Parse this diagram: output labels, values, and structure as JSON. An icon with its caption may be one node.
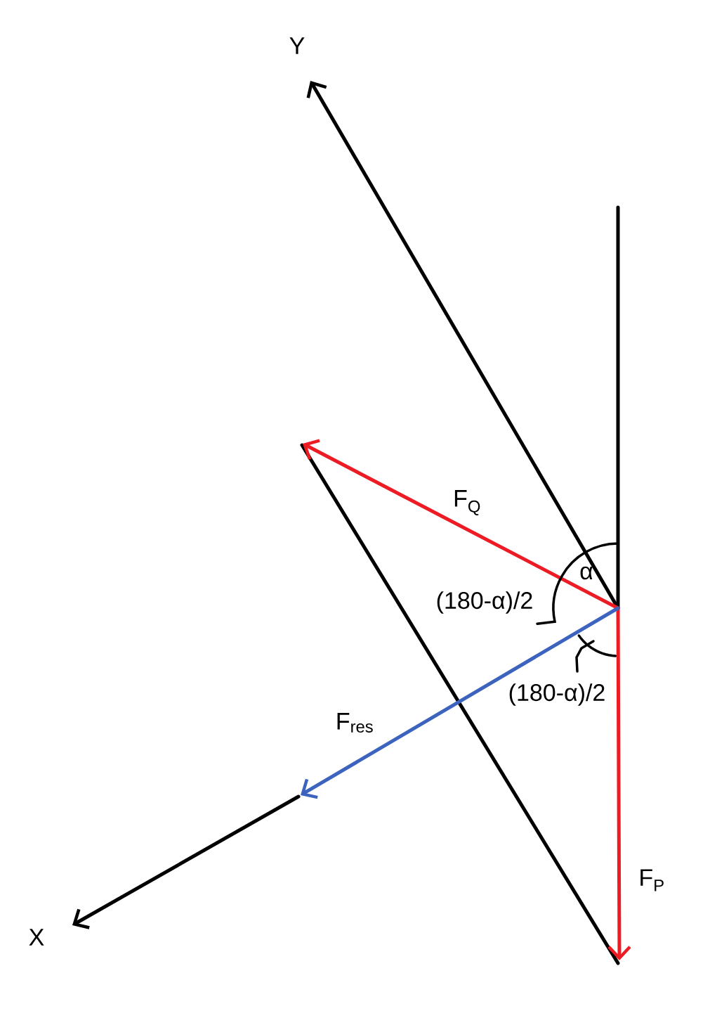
{
  "diagram": {
    "labels": [
      "Y",
      "F$_{Q}$",
      "α",
      "(180-α)/2",
      "(180-α)/2",
      "F$_{res}$",
      "F$_{P}$",
      "X"
    ]
  }
}
